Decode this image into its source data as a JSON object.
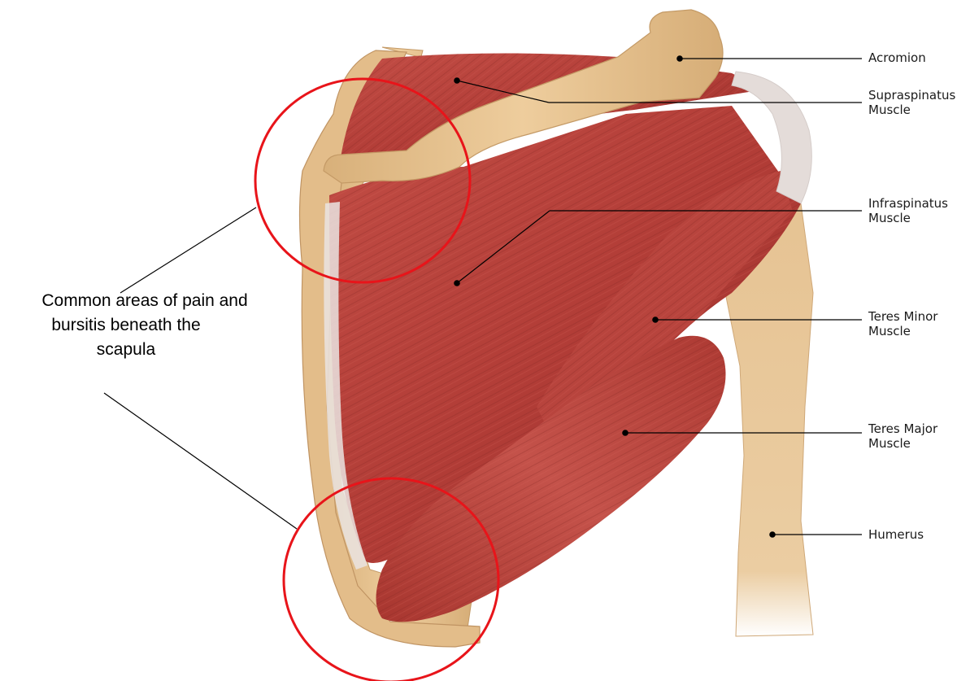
{
  "labels": {
    "acromion": "Acromion",
    "supraspinatus": [
      "Supraspinatus",
      "Muscle"
    ],
    "infraspinatus": [
      "Infraspinatus",
      "Muscle"
    ],
    "teres_minor": [
      "Teres Minor",
      "Muscle"
    ],
    "teres_major": [
      "Teres Major",
      "Muscle"
    ],
    "humerus": "Humerus"
  },
  "callout": {
    "lines": [
      "Common areas of pain and",
      "bursitis beneath the",
      "scapula"
    ]
  },
  "colors": {
    "muscle": "#b5403a",
    "muscle_dark": "#8f2a26",
    "bone": "#e6c393",
    "bone_shadow": "#c9a06c",
    "tendon": "#e8e3e1",
    "highlight_circle": "#e8141a",
    "leader_line": "#000000"
  }
}
